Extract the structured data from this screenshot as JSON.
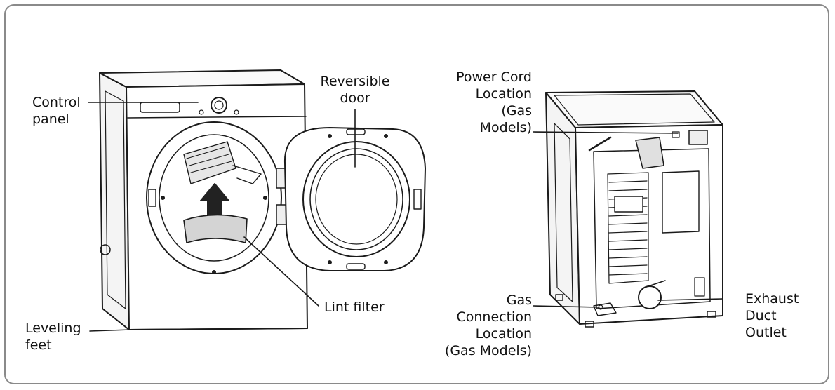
{
  "labels": {
    "control_panel": [
      "Control",
      "panel"
    ],
    "reversible_door": [
      "Reversible",
      "door"
    ],
    "lint_filter": [
      "Lint filter"
    ],
    "leveling_feet": [
      "Leveling",
      "feet"
    ],
    "power_cord": [
      "Power Cord",
      "Location",
      "(Gas",
      "Models)"
    ],
    "gas_connection": [
      "Gas",
      "Connection",
      "Location",
      "(Gas Models)"
    ],
    "exhaust_duct": [
      "Exhaust",
      "Duct",
      "Outlet"
    ]
  },
  "colors": {
    "line": "#1a1a1a",
    "frame": "#8a8a8a",
    "shade": "#d9d9d9"
  }
}
